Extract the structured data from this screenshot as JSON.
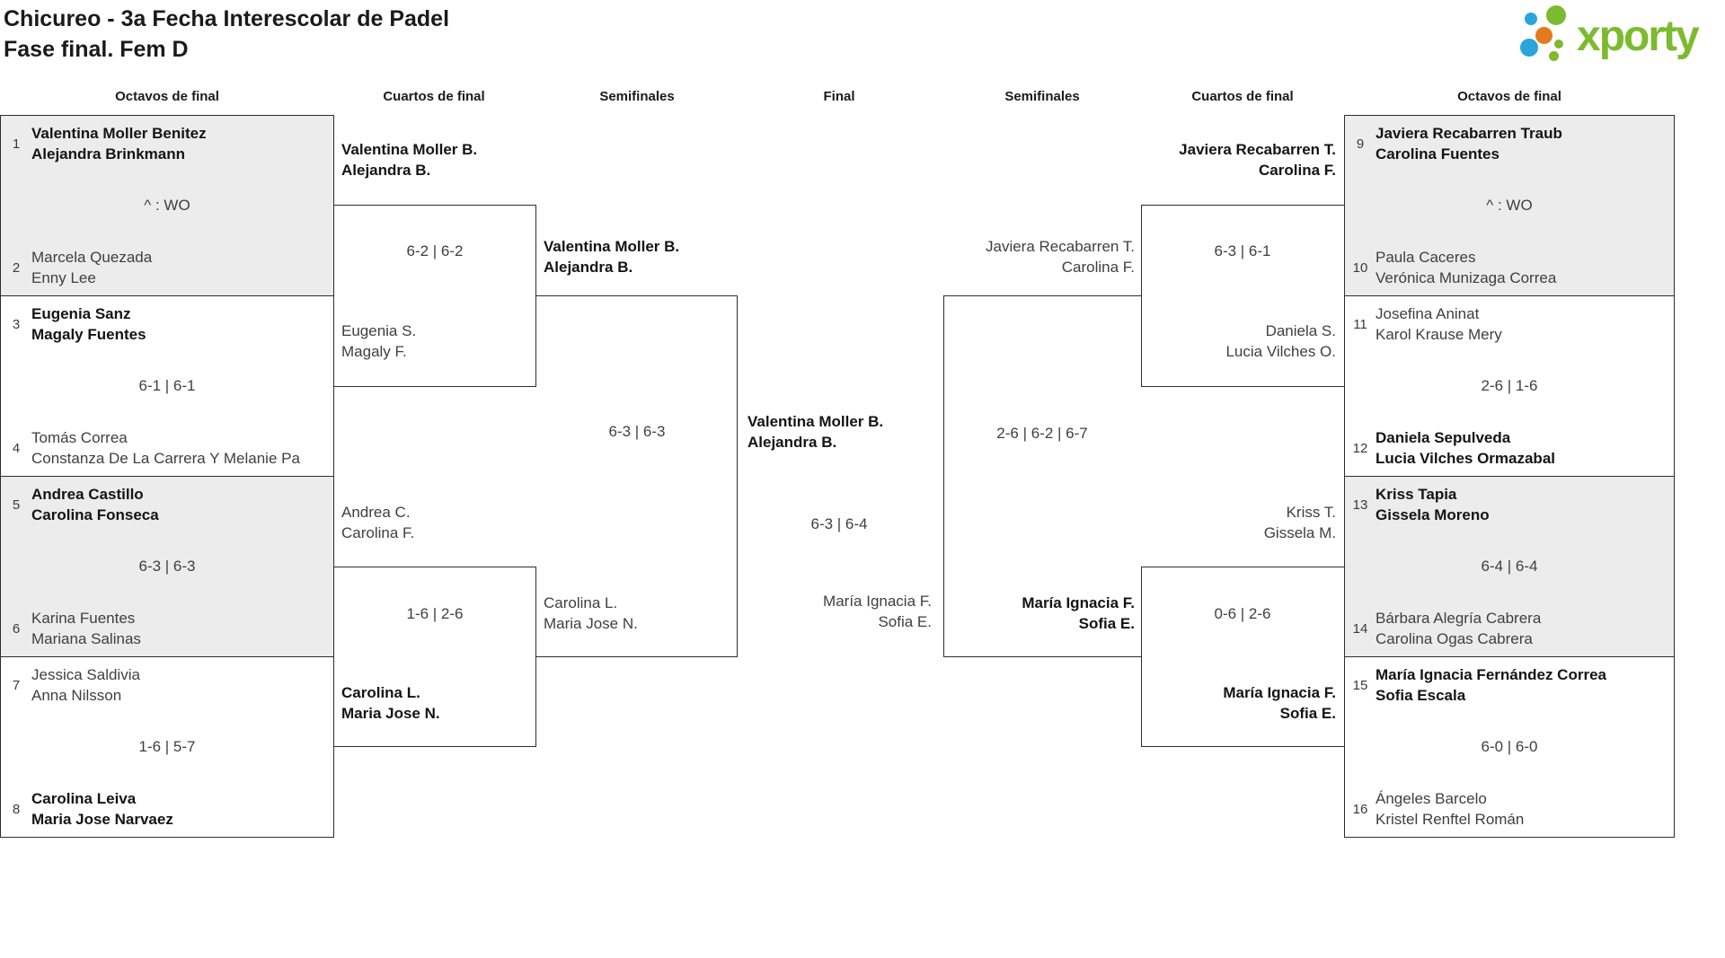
{
  "header": {
    "title_line1": "Chicureo - 3a Fecha Interescolar de Padel",
    "title_line2": "Fase final. Fem D",
    "logo_text": "xporty"
  },
  "colors": {
    "logo_green": "#7cba2f",
    "logo_blue": "#2aa5dc",
    "logo_orange": "#e5791e",
    "box_border": "#2d2d2d",
    "shaded_box_bg": "#ececec"
  },
  "round_headers": [
    {
      "label": "Octavos de final"
    },
    {
      "label": "Cuartos de final"
    },
    {
      "label": "Semifinales"
    },
    {
      "label": "Final"
    },
    {
      "label": "Semifinales"
    },
    {
      "label": "Cuartos de final"
    },
    {
      "label": "Octavos de final"
    }
  ],
  "bracket": {
    "r16_left": [
      {
        "seed_top": "1",
        "team_top": "Valentina Moller Benitez\nAlejandra Brinkmann",
        "score": "^ : WO",
        "seed_bottom": "2",
        "team_bottom": "Marcela Quezada\nEnny Lee"
      },
      {
        "seed_top": "3",
        "team_top": "Eugenia Sanz\nMagaly Fuentes",
        "score": "6-1 | 6-1",
        "seed_bottom": "4",
        "team_bottom": "Tomás Correa\nConstanza De La Carrera Y Melanie Pa"
      },
      {
        "seed_top": "5",
        "team_top": "Andrea Castillo\nCarolina Fonseca",
        "score": "6-3 | 6-3",
        "seed_bottom": "6",
        "team_bottom": "Karina Fuentes\nMariana Salinas"
      },
      {
        "seed_top": "7",
        "team_top": "Jessica Saldivia\nAnna Nilsson",
        "score": "1-6 | 5-7",
        "seed_bottom": "8",
        "team_bottom": "Carolina Leiva\nMaria Jose Narvaez"
      }
    ],
    "r16_right": [
      {
        "seed_top": "9",
        "team_top": "Javiera Recabarren Traub\nCarolina Fuentes",
        "score": "^ : WO",
        "seed_bottom": "10",
        "team_bottom": "Paula Caceres\nVerónica Munizaga Correa"
      },
      {
        "seed_top": "11",
        "team_top": "Josefina Aninat\nKarol Krause Mery",
        "score": "2-6 | 1-6",
        "seed_bottom": "12",
        "team_bottom": "Daniela Sepulveda\nLucia Vilches Ormazabal"
      },
      {
        "seed_top": "13",
        "team_top": "Kriss Tapia\nGissela Moreno",
        "score": "6-4 | 6-4",
        "seed_bottom": "14",
        "team_bottom": "Bárbara Alegría Cabrera\nCarolina Ogas Cabrera"
      },
      {
        "seed_top": "15",
        "team_top": "María Ignacia Fernández Correa\nSofia Escala",
        "score": "6-0 | 6-0",
        "seed_bottom": "16",
        "team_bottom": "Ángeles Barcelo\nKristel Renftel Román"
      }
    ],
    "qf_left": [
      {
        "team_top": "Valentina Moller B.\nAlejandra B.",
        "score": "6-2 | 6-2",
        "team_bottom": "Eugenia S.\nMagaly F."
      },
      {
        "team_top": "Andrea C.\nCarolina F.",
        "score": "1-6 | 2-6",
        "team_bottom": "Carolina L.\nMaria Jose N."
      }
    ],
    "qf_right": [
      {
        "team_top": "Javiera Recabarren T.\nCarolina F.",
        "score": "6-3 | 6-1",
        "team_bottom": "Daniela S.\nLucia Vilches O."
      },
      {
        "team_top": "Kriss T.\nGissela M.",
        "score": "0-6 | 2-6",
        "team_bottom": "María Ignacia F.\nSofia E."
      }
    ],
    "sf_left": {
      "team_top": "Valentina Moller B.\nAlejandra B.",
      "score": "6-3 | 6-3",
      "team_bottom": "Carolina L.\nMaria Jose N."
    },
    "sf_right": {
      "team_top": "Javiera Recabarren T.\nCarolina F.",
      "score": "2-6 | 6-2 | 6-7",
      "team_bottom": "María Ignacia F.\nSofia E."
    },
    "final": {
      "team_top": "Valentina Moller B.\nAlejandra B.",
      "score": "6-3 | 6-4",
      "team_bottom": "María Ignacia F.\nSofia E."
    }
  }
}
